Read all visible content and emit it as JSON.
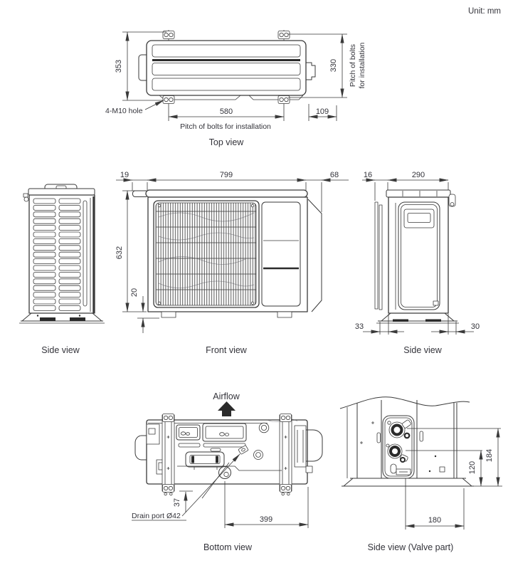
{
  "meta": {
    "unit_label": "Unit: mm"
  },
  "colors": {
    "line": "#3a3a3a",
    "text": "#33333a"
  },
  "top_view": {
    "caption": "Top view",
    "bolt_hole_label": "4-M10 hole",
    "pitch_bottom": "Pitch of bolts for installation",
    "pitch_right_line1": "Pitch of bolts",
    "pitch_right_line2": "for installation",
    "dims": {
      "height": "353",
      "bolt_pitch_v": "330",
      "bolt_pitch_h": "580",
      "right_offset": "109"
    }
  },
  "front_view": {
    "caption": "Front view",
    "dims": {
      "lip": "19",
      "width": "799",
      "right_gap": "68",
      "height": "632",
      "base": "20"
    }
  },
  "side_view_left": {
    "caption": "Side view"
  },
  "side_view_right": {
    "caption": "Side view",
    "dims": {
      "lip": "16",
      "depth": "290",
      "base_left": "33",
      "base_right": "30"
    }
  },
  "bottom_view": {
    "caption": "Bottom view",
    "airflow_label": "Airflow",
    "drain_label": "Drain port Ø42",
    "dims": {
      "drain_offset_y": "37",
      "drain_offset_x": "399"
    }
  },
  "valve_view": {
    "caption": "Side view (Valve part)",
    "dims": {
      "valve1_height": "184",
      "valve2_height": "120",
      "width": "180"
    }
  }
}
